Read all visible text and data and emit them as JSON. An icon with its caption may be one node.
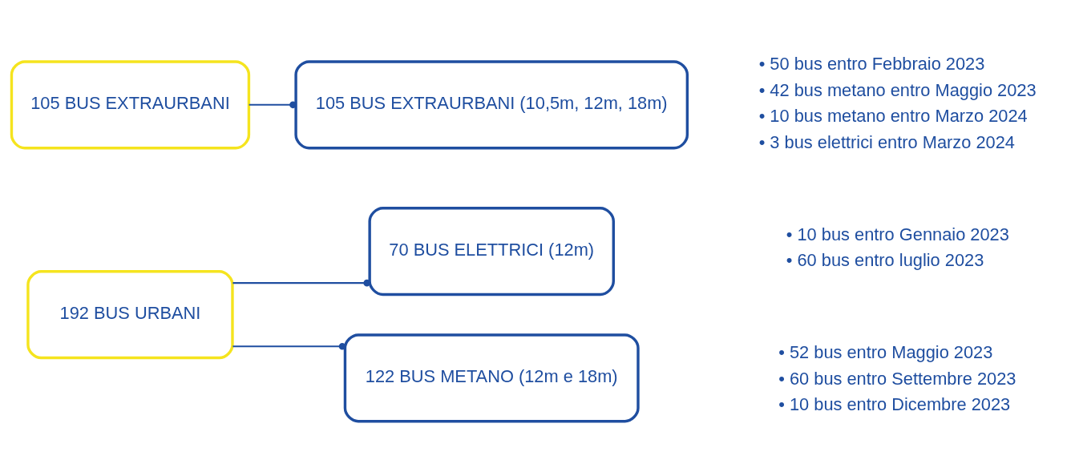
{
  "diagram": {
    "nodes": [
      {
        "text": [
          "192 BUS URBANI"
        ]
      },
      {
        "text": [
          "70 BUS ELETTRICI (12m)"
        ],
        "beside": [
          "• 10 bus entro Gennaio 2023",
          "• 60 bus entro luglio 2023"
        ]
      },
      {
        "text": [
          "122 BUS METANO (12m e 18m)"
        ],
        "beside": [
          "• 52 bus entro Maggio 2023",
          "• 60 bus entro Settembre 2023",
          "• 10 bus entro Dicembre 2023"
        ]
      },
      {
        "text": [
          "105 BUS EXTRAURBANI"
        ]
      },
      {
        "text": [
          "105 BUS EXTRAURBANI (10,5m, 12m, 18m)"
        ],
        "beside": [
          "• 50 bus entro Febbraio 2023",
          "• 42 bus metano entro Maggio 2023",
          "• 10 bus metano entro Marzo 2024",
          "• 3 bus elettrici entro Marzo 2024"
        ]
      }
    ],
    "edges": [
      {
        "from": 0,
        "to": 1,
        "arrow": "other"
      },
      {
        "from": 0,
        "to": 2,
        "arrow": "other"
      },
      {
        "from": 3,
        "to": 4,
        "arrow": "other"
      }
    ]
  }
}
